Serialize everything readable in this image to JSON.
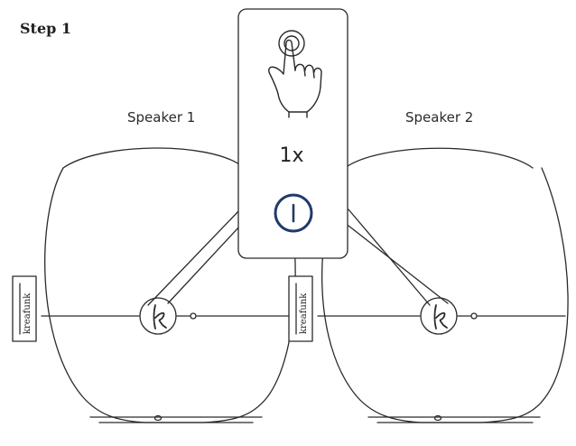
{
  "step": {
    "title": "Step 1"
  },
  "speakers": [
    {
      "label": "Speaker 1",
      "brand": "kreafunk"
    },
    {
      "label": "Speaker 2",
      "brand": "kreafunk"
    }
  ],
  "instruction": {
    "press_count": "1x",
    "action": "press power button once"
  },
  "icons": {
    "hand": "hand-press-icon",
    "power": "power-button-icon",
    "logo": "kreafunk-k-logo"
  },
  "colors": {
    "line": "#2a2a2a",
    "power_ring": "#1f3a6b",
    "background": "#ffffff"
  }
}
